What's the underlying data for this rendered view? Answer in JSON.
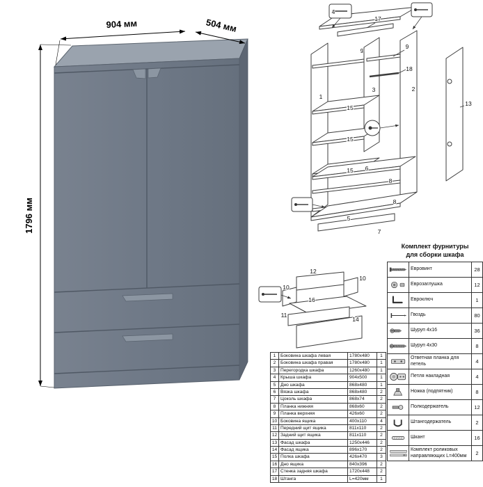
{
  "dimensions": {
    "width": "904 мм",
    "depth": "504 мм",
    "height": "1796 мм"
  },
  "exploded": {
    "callouts": [
      "4",
      "17",
      "9",
      "9",
      "18",
      "1",
      "3",
      "15",
      "15",
      "15",
      "2",
      "13",
      "6",
      "8",
      "8",
      "5",
      "7"
    ]
  },
  "drawer": {
    "callouts": [
      "12",
      "10",
      "10",
      "16",
      "11",
      "14"
    ]
  },
  "parts_table": {
    "rows": [
      {
        "num": "1",
        "name": "Боковина шкафа левая",
        "size": "1780x480",
        "qty": "1"
      },
      {
        "num": "2",
        "name": "Боковина шкафа правая",
        "size": "1780x480",
        "qty": "1"
      },
      {
        "num": "3",
        "name": "Перегородка шкафа",
        "size": "1260x480",
        "qty": "1"
      },
      {
        "num": "4",
        "name": "Крыша шкафа",
        "size": "904x500",
        "qty": "1"
      },
      {
        "num": "5",
        "name": "Дно шкафа",
        "size": "868x480",
        "qty": "1"
      },
      {
        "num": "6",
        "name": "Вязка шкафа",
        "size": "868x480",
        "qty": "2"
      },
      {
        "num": "7",
        "name": "Цоколь шкафа",
        "size": "868x74",
        "qty": "2"
      },
      {
        "num": "8",
        "name": "Планка нижняя",
        "size": "868x60",
        "qty": "2"
      },
      {
        "num": "9",
        "name": "Планка верхняя",
        "size": "426x60",
        "qty": "2"
      },
      {
        "num": "10",
        "name": "Боковина ящика",
        "size": "400x110",
        "qty": "4"
      },
      {
        "num": "11",
        "name": "Передний щит ящика",
        "size": "811x110",
        "qty": "2"
      },
      {
        "num": "12",
        "name": "Задний щит ящика",
        "size": "811x110",
        "qty": "2"
      },
      {
        "num": "13",
        "name": "Фасад шкафа",
        "size": "1250x446",
        "qty": "2"
      },
      {
        "num": "14",
        "name": "Фасад ящика",
        "size": "896x170",
        "qty": "2"
      },
      {
        "num": "15",
        "name": "Полка шкафа",
        "size": "426x470",
        "qty": "3"
      },
      {
        "num": "16",
        "name": "Дно ящика",
        "size": "840x396",
        "qty": "2"
      },
      {
        "num": "17",
        "name": "Стенка задняя шкафа",
        "size": "1720x448",
        "qty": "2"
      },
      {
        "num": "18",
        "name": "Штанга",
        "size": "L=420мм",
        "qty": "1"
      }
    ]
  },
  "hardware": {
    "title_line1": "Комплект фурнитуры",
    "title_line2": "для сборки шкафа",
    "items": [
      {
        "name": "Евровинт",
        "qty": "28",
        "icon": "confirmat-screw-icon"
      },
      {
        "name": "Еврозаглушка",
        "qty": "12",
        "icon": "screw-cap-icon"
      },
      {
        "name": "Евроключ",
        "qty": "1",
        "icon": "hex-key-icon"
      },
      {
        "name": "Гвоздь",
        "qty": "80",
        "icon": "nail-icon"
      },
      {
        "name": "Шуруп 4x16",
        "qty": "36",
        "icon": "screw-small-icon"
      },
      {
        "name": "Шуруп 4x30",
        "qty": "8",
        "icon": "screw-large-icon"
      },
      {
        "name": "Ответная планка для петель",
        "qty": "4",
        "icon": "strike-plate-icon"
      },
      {
        "name": "Петля накладная",
        "qty": "4",
        "icon": "hinge-icon"
      },
      {
        "name": "Ножка (подпятник)",
        "qty": "8",
        "icon": "foot-icon"
      },
      {
        "name": "Полкодержатель",
        "qty": "12",
        "icon": "shelf-pin-icon"
      },
      {
        "name": "Штангодержатель",
        "qty": "2",
        "icon": "rod-holder-icon"
      },
      {
        "name": "Шкант",
        "qty": "16",
        "icon": "dowel-icon"
      },
      {
        "name": "Комплект роликовых направляющих L=400мм",
        "qty": "2",
        "icon": "drawer-rails-icon"
      }
    ]
  }
}
